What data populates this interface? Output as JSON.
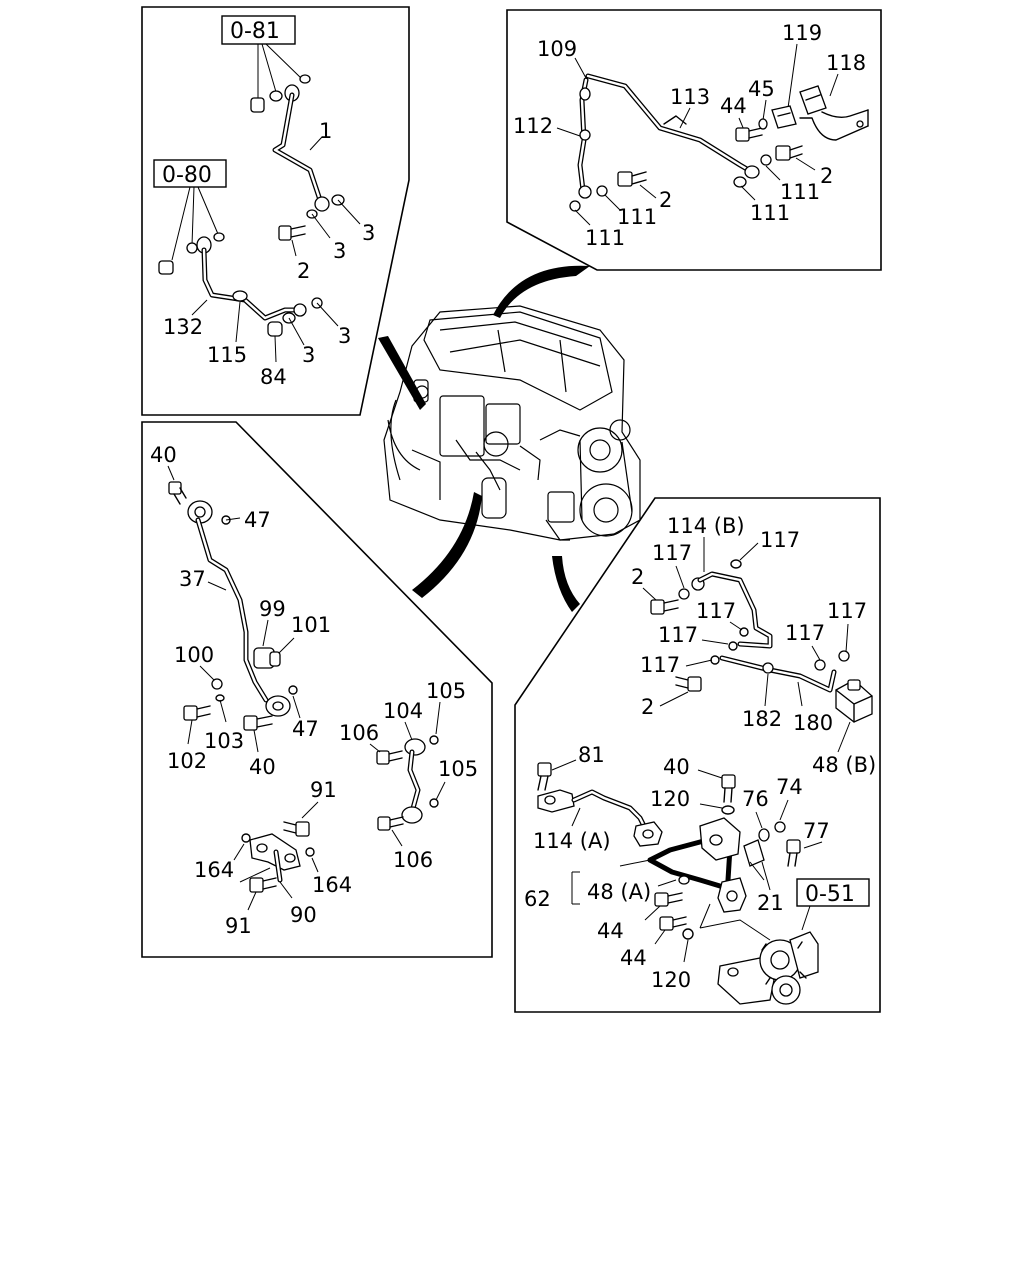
{
  "ref_codes": {
    "p1_top": "0-81",
    "p1_mid": "0-80",
    "p4": "0-51"
  },
  "panel1": {
    "l1": "1",
    "l3a": "3",
    "l3b": "3",
    "l2": "2",
    "l132": "132",
    "l115": "115",
    "l84": "84",
    "l3c": "3",
    "l3d": "3"
  },
  "panel2": {
    "l109": "109",
    "l119": "119",
    "l118": "118",
    "l113": "113",
    "l45": "45",
    "l44": "44",
    "l112": "112",
    "l2a": "2",
    "l111a": "111",
    "l2b": "2",
    "l111b": "111",
    "l111c": "111",
    "l111d": "111"
  },
  "panel3": {
    "l40a": "40",
    "l47a": "47",
    "l37": "37",
    "l99": "99",
    "l101": "101",
    "l100": "100",
    "l102": "102",
    "l103": "103",
    "l40b": "40",
    "l47b": "47",
    "l104": "104",
    "l105a": "105",
    "l106a": "106",
    "l105b": "105",
    "l106b": "106",
    "l91a": "91",
    "l164a": "164",
    "l164b": "164",
    "l91b": "91",
    "l90": "90"
  },
  "panel4": {
    "l114b": "114 (B)",
    "l117a": "117",
    "l117b": "117",
    "l2a": "2",
    "l117c": "117",
    "l117d": "117",
    "l117e": "117",
    "l117f": "117",
    "l117g": "117",
    "l2b": "2",
    "l182": "182",
    "l180": "180",
    "l48b": "48 (B)",
    "l81": "81",
    "l40": "40",
    "l120a": "120",
    "l76": "76",
    "l74": "74",
    "l77": "77",
    "l114a": "114 (A)",
    "l62": "62",
    "l48a": "48 (A)",
    "l21": "21",
    "l44a": "44",
    "l44b": "44",
    "l120b": "120"
  }
}
